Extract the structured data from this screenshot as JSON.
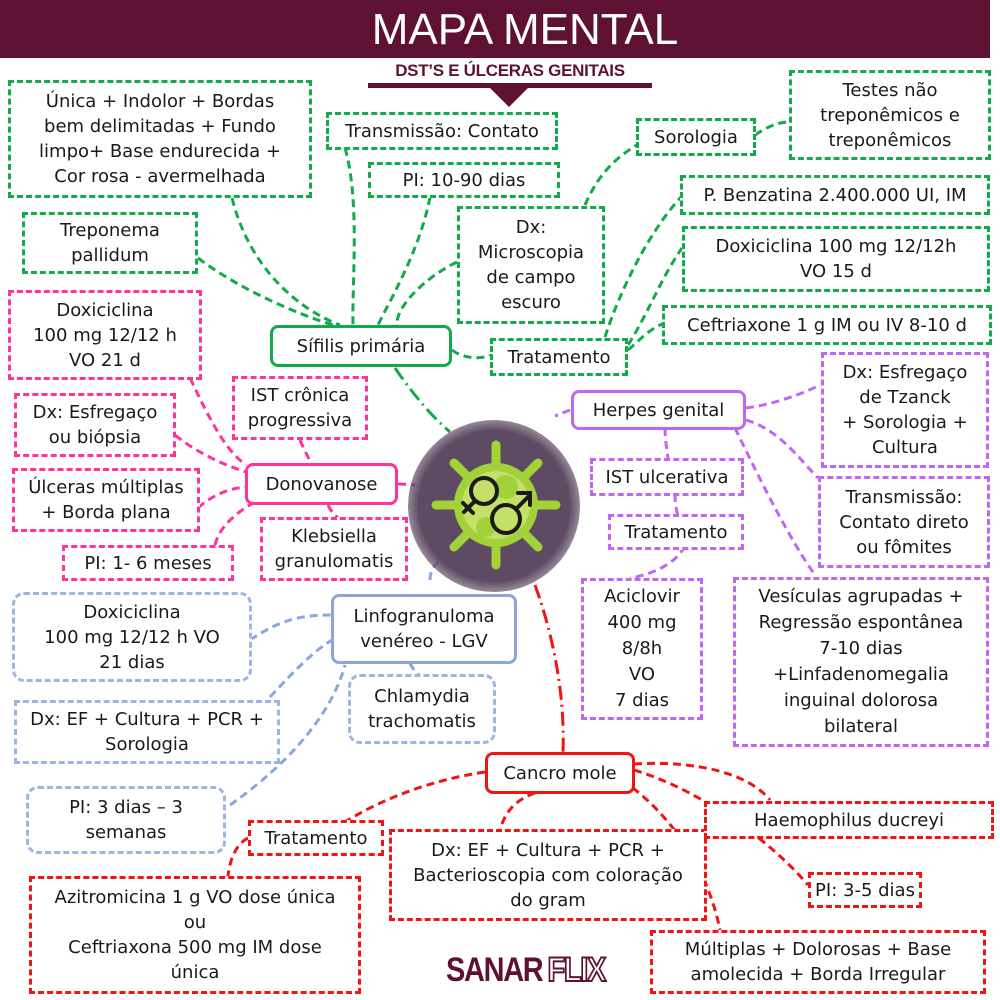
{
  "header": {
    "title": "MAPA MENTAL",
    "subtitle": "DST’S E ÚLCERAS GENITAIS"
  },
  "colors": {
    "header": "#5e1133",
    "sifilis": "#12aa4b",
    "donovanose": "#ff3399",
    "herpes": "#c166f0",
    "lgv": "#9db6e0",
    "cancro": "#f01515",
    "hub": "#5e4b63",
    "virus": "#a3d13a"
  },
  "center": {
    "icon": "virus-gender-symbols-icon"
  },
  "sifilis": {
    "title": "Sífilis primária",
    "lesao": [
      "Única + Indolor + Bordas",
      "bem delimitadas + Fundo",
      "limpo+ Base endurecida +",
      "Cor rosa - avermelhada"
    ],
    "agente": [
      "Treponema",
      "pallidum"
    ],
    "transmissao": "Transmissão: Contato",
    "pi": "PI: 10-90 dias",
    "dx": [
      "Dx:",
      "Microscopia",
      "de campo",
      "escuro"
    ],
    "sorologia": "Sorologia",
    "testes": [
      "Testes não",
      "treponêmicos e",
      "treponêmicos"
    ],
    "tratamento": "Tratamento",
    "tratamentos": [
      {
        "lines": [
          "P. Benzatina 2.400.000 UI, IM"
        ]
      },
      {
        "lines": [
          "Doxiciclina 100 mg 12/12h",
          "VO 15 d"
        ]
      },
      {
        "lines": [
          "Ceftriaxone 1 g IM ou IV 8-10 d"
        ]
      }
    ]
  },
  "donovanose": {
    "title": "Donovanose",
    "tratamento": [
      "Doxiciclina",
      "100 mg 12/12 h",
      "VO 21 d"
    ],
    "cronica": [
      "IST crônica",
      "progressiva"
    ],
    "dx": [
      "Dx: Esfregaço",
      "ou biópsia"
    ],
    "ulceras": [
      "Úlceras múltiplas",
      "+ Borda plana"
    ],
    "pi": "PI: 1- 6 meses",
    "agente": [
      "Klebsiella",
      "granulomatis"
    ]
  },
  "herpes": {
    "title": "Herpes genital",
    "dx": [
      "Dx: Esfregaço",
      "de Tzanck",
      "+ Sorologia +",
      "Cultura"
    ],
    "transmissao": [
      "Transmissão:",
      "Contato direto",
      "ou fômites"
    ],
    "ist": "IST ulcerativa",
    "tratamento": "Tratamento",
    "aciclovir": [
      "Aciclovir",
      "400 mg",
      "8/8h",
      "VO",
      "7 dias"
    ],
    "lesao": [
      "Vesículas agrupadas +",
      "Regressão espontânea",
      "7-10 dias",
      "+Linfadenomegalia",
      "inguinal dolorosa",
      "bilateral"
    ]
  },
  "lgv": {
    "title": [
      "Linfogranuloma",
      "venéreo - LGV"
    ],
    "tratamento": [
      "Doxiciclina",
      "100 mg 12/12 h VO",
      "21 dias"
    ],
    "agente": [
      "Chlamydia",
      "trachomatis"
    ],
    "dx": [
      "Dx: EF + Cultura + PCR +",
      "Sorologia"
    ],
    "pi": [
      "PI: 3 dias – 3",
      "semanas"
    ]
  },
  "cancro": {
    "title": "Cancro mole",
    "tratamento": "Tratamento",
    "tratamento_detalhe": [
      "Azitromicina 1 g VO dose única",
      "ou",
      "Ceftriaxona 500 mg IM dose",
      "única"
    ],
    "dx": [
      "Dx: EF + Cultura + PCR +",
      "Bacterioscopia com coloração",
      "do gram"
    ],
    "agente": "Haemophilus ducreyi",
    "pi": "PI: 3-5 dias",
    "lesao": [
      "Múltiplas + Dolorosas + Base",
      "amolecida + Borda Irregular"
    ]
  },
  "brand": {
    "name": "SANAR",
    "suffix": "FLIX"
  }
}
